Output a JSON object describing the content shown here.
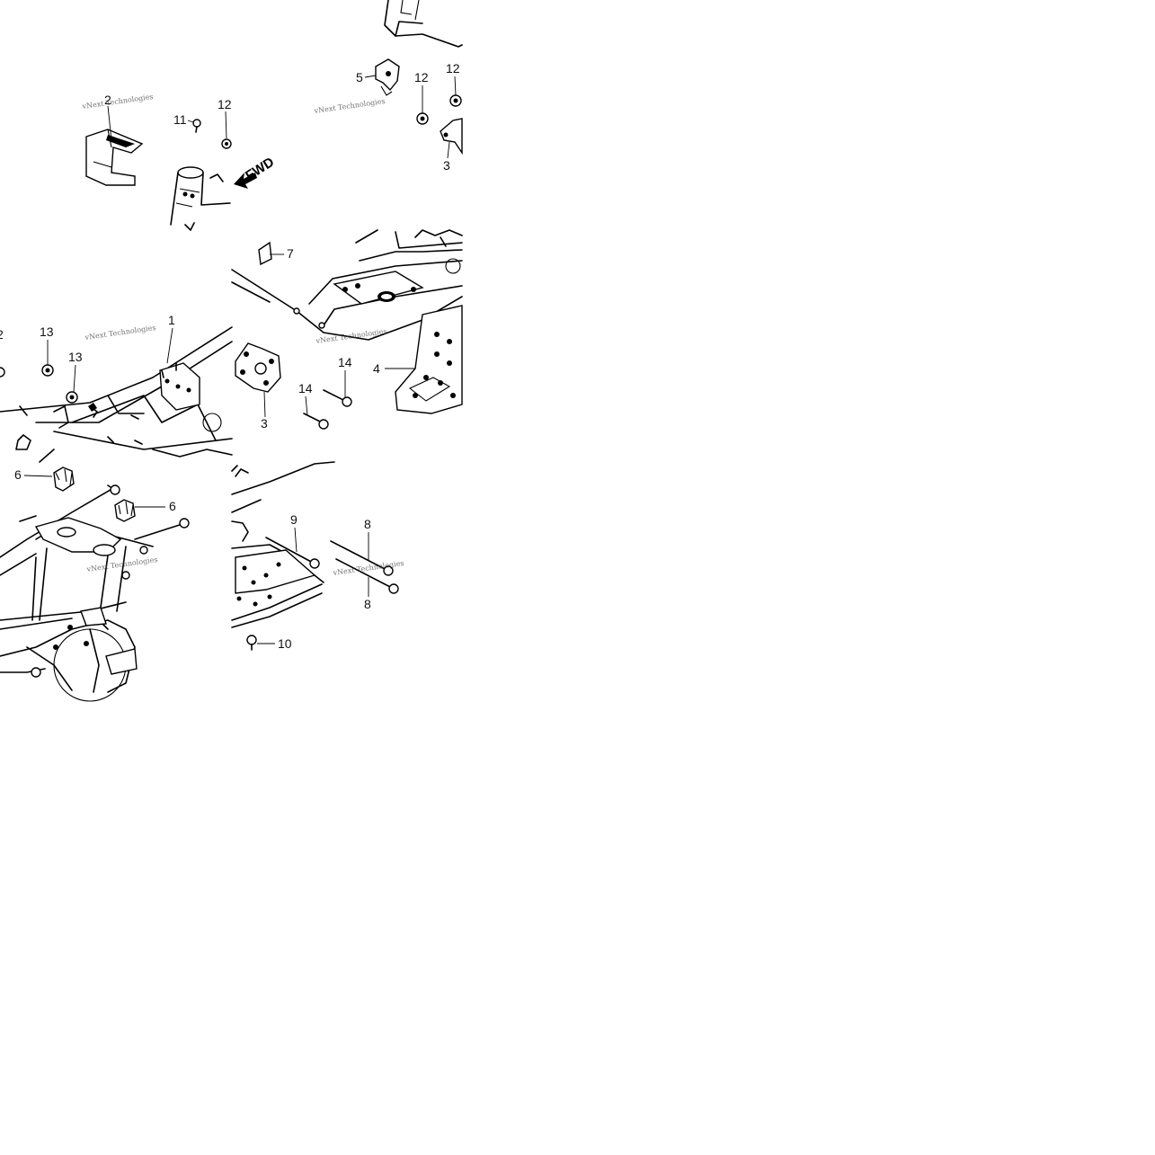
{
  "watermark": "vNext Technologies",
  "fwd_label": "FWD",
  "callouts": {
    "frame_body": "1",
    "front_guard": "2",
    "engine_hanger_plate_top": "3",
    "engine_hanger_plate_mid": "3",
    "skid_plate": "4",
    "cable_guide": "5",
    "bushing_left": "6",
    "bushing_right": "6",
    "frame_label": "7",
    "bolt_8_top": "8",
    "bolt_8_bottom": "8",
    "bolt_9": "9",
    "bolt_10": "10",
    "screw_11": "11",
    "nut_12_left": "12",
    "nut_12_mid": "12",
    "nut_12_right": "12",
    "nut_12_edge": "2",
    "nut_13_top": "13",
    "nut_13_bottom": "13",
    "bolt_14_top": "14",
    "bolt_14_bottom": "14"
  }
}
